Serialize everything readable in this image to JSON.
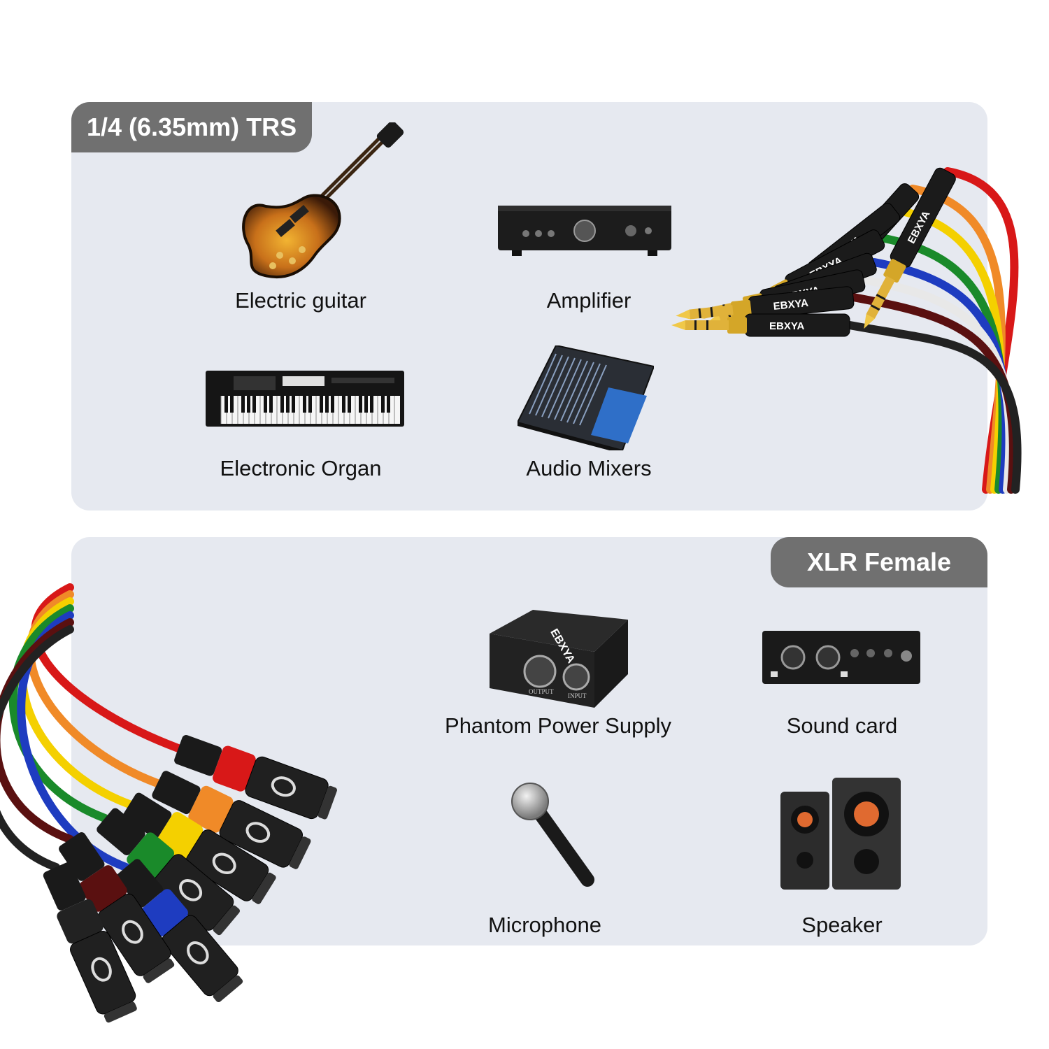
{
  "trs_section": {
    "label": "1/4 (6.35mm) TRS",
    "devices": [
      {
        "name": "Electric guitar",
        "icon": "electric-guitar-icon"
      },
      {
        "name": "Amplifier",
        "icon": "amplifier-icon"
      },
      {
        "name": "Electronic Organ",
        "icon": "keyboard-icon"
      },
      {
        "name": "Audio Mixers",
        "icon": "mixer-icon"
      }
    ]
  },
  "xlr_section": {
    "label": "XLR Female",
    "devices": [
      {
        "name": "Phantom Power Supply",
        "icon": "phantom-power-icon"
      },
      {
        "name": "Sound card",
        "icon": "sound-card-icon"
      },
      {
        "name": "Microphone",
        "icon": "microphone-icon"
      },
      {
        "name": "Speaker",
        "icon": "speaker-icon"
      }
    ]
  },
  "brand": "EBXYA",
  "phantom_labels": {
    "output": "OUTPUT",
    "input": "INPUT"
  },
  "cable_colors": [
    "#d81818",
    "#f08a28",
    "#f4d000",
    "#1a8a2a",
    "#1e3cc0",
    "#e8e8e8",
    "#5a1010",
    "#222222"
  ],
  "panel_color": "#e6e9f0",
  "label_color": "#707070"
}
